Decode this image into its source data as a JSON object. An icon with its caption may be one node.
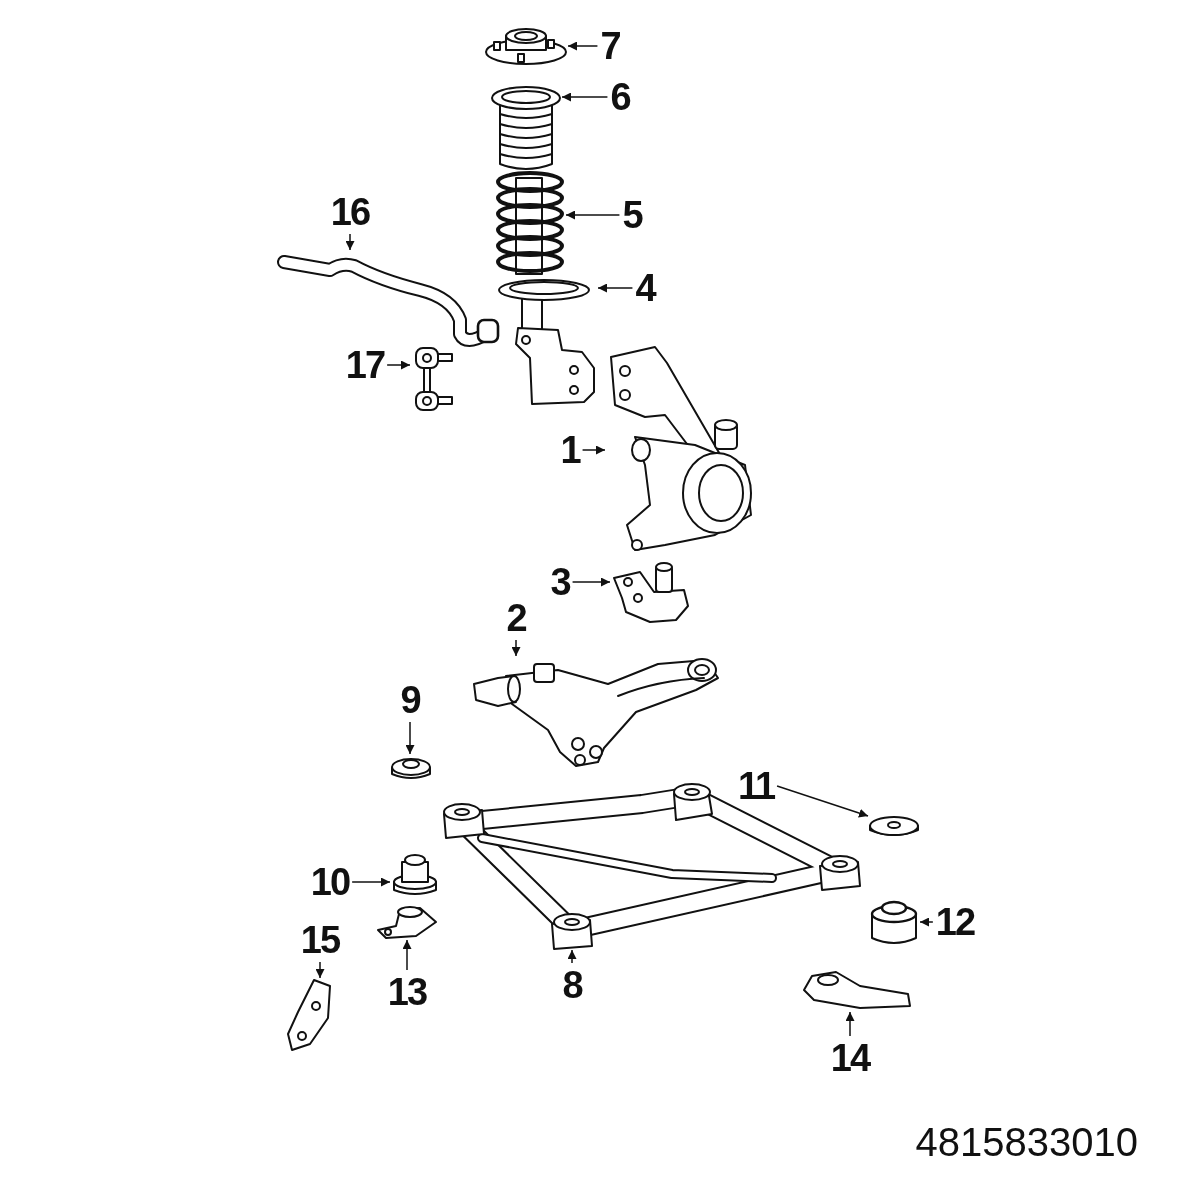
{
  "diagram": {
    "nodes": [
      {
        "text": [
          "1"
        ]
      },
      {
        "text": [
          "2"
        ]
      },
      {
        "text": [
          "3"
        ]
      },
      {
        "text": [
          "4"
        ]
      },
      {
        "text": [
          "5"
        ]
      },
      {
        "text": [
          "6"
        ]
      },
      {
        "text": [
          "7"
        ]
      },
      {
        "text": [
          "8"
        ]
      },
      {
        "text": [
          "9"
        ]
      },
      {
        "text": [
          "10"
        ]
      },
      {
        "text": [
          "11"
        ]
      },
      {
        "text": [
          "12"
        ]
      },
      {
        "text": [
          "13"
        ]
      },
      {
        "text": [
          "14"
        ]
      },
      {
        "text": [
          "15"
        ]
      },
      {
        "text": [
          "16"
        ]
      },
      {
        "text": [
          "17"
        ]
      },
      {
        "text": [],
        "shape": "picture"
      },
      {
        "text": [],
        "shape": "picture"
      },
      {
        "text": [],
        "shape": "picture"
      },
      {
        "text": [],
        "shape": "picture"
      },
      {
        "text": [],
        "shape": "picture"
      },
      {
        "text": [],
        "shape": "picture"
      },
      {
        "text": [],
        "shape": "picture"
      },
      {
        "text": [],
        "shape": "picture"
      },
      {
        "text": [],
        "shape": "picture"
      },
      {
        "text": [],
        "shape": "picture"
      },
      {
        "text": [],
        "shape": "picture"
      },
      {
        "text": [],
        "shape": "cylinder"
      },
      {
        "text": [],
        "shape": "picture"
      },
      {
        "text": [],
        "shape": "picture"
      },
      {
        "text": [],
        "shape": "picture"
      },
      {
        "text": [],
        "shape": "bar"
      },
      {
        "text": [],
        "shape": "picture"
      }
    ],
    "edges": [
      {
        "from": 0,
        "to": 17,
        "arrow": "to"
      },
      {
        "from": 1,
        "to": 18,
        "arrow": "to"
      },
      {
        "from": 2,
        "to": 19,
        "arrow": "to"
      },
      {
        "from": 3,
        "to": 20,
        "arrow": "to"
      },
      {
        "from": 4,
        "to": 21,
        "arrow": "to"
      },
      {
        "from": 5,
        "to": 22,
        "arrow": "to"
      },
      {
        "from": 6,
        "to": 23,
        "arrow": "to"
      },
      {
        "from": 7,
        "to": 24,
        "arrow": "to"
      },
      {
        "from": 8,
        "to": 25,
        "arrow": "to"
      },
      {
        "from": 9,
        "to": 26,
        "arrow": "to"
      },
      {
        "from": 10,
        "to": 27,
        "arrow": "to"
      },
      {
        "from": 11,
        "to": 28,
        "arrow": "to"
      },
      {
        "from": 12,
        "to": 29,
        "arrow": "to"
      },
      {
        "from": 13,
        "to": 30,
        "arrow": "to"
      },
      {
        "from": 14,
        "to": 31,
        "arrow": "to"
      },
      {
        "from": 15,
        "to": 32,
        "arrow": "to"
      },
      {
        "from": 16,
        "to": 33,
        "arrow": "to"
      }
    ],
    "labels": [
      "4815833010"
    ]
  }
}
